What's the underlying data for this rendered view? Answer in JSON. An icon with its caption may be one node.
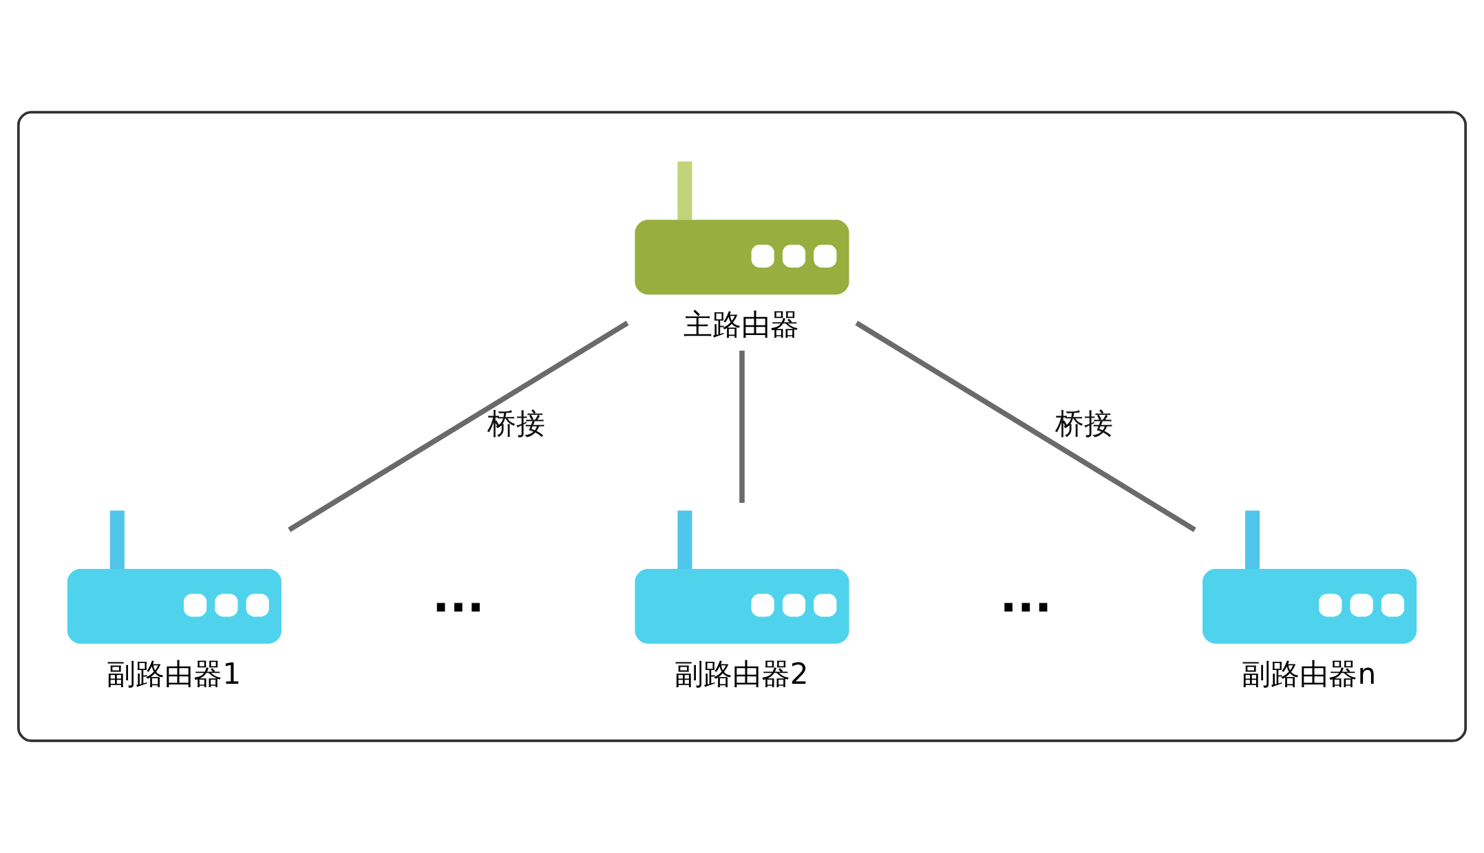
{
  "diagram": {
    "nodes": [
      {
        "text": [],
        "shape": "box"
      },
      {
        "text": [
          "主路由器"
        ],
        "in": 0
      },
      {
        "text": [
          "副路由器1"
        ],
        "in": 0
      },
      {
        "text": [
          "副路由器2"
        ],
        "in": 0
      },
      {
        "text": [
          "副路由器n"
        ],
        "in": 0
      }
    ],
    "edges": [
      {
        "from": 1,
        "to": 2,
        "arrow": "none",
        "label": "桥接"
      },
      {
        "from": 1,
        "to": 3,
        "arrow": "none"
      },
      {
        "from": 1,
        "to": 4,
        "arrow": "none",
        "label": "桥接"
      }
    ],
    "labels": [
      "...",
      "..."
    ]
  }
}
